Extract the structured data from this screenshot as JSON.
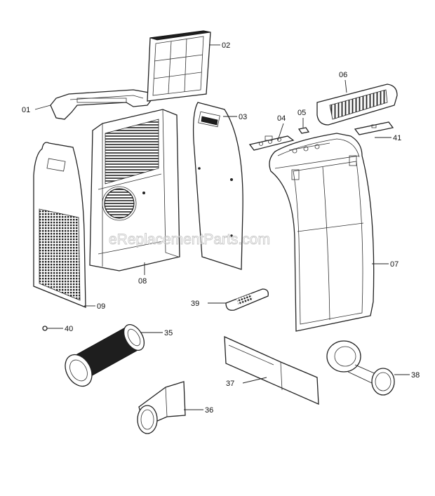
{
  "watermark": "eReplacementParts.com",
  "parts": [
    {
      "id": "01",
      "label": "01"
    },
    {
      "id": "02",
      "label": "02"
    },
    {
      "id": "03",
      "label": "03"
    },
    {
      "id": "04",
      "label": "04"
    },
    {
      "id": "05",
      "label": "05"
    },
    {
      "id": "06",
      "label": "06"
    },
    {
      "id": "07",
      "label": "07"
    },
    {
      "id": "08",
      "label": "08"
    },
    {
      "id": "09",
      "label": "09"
    },
    {
      "id": "35",
      "label": "35"
    },
    {
      "id": "36",
      "label": "36"
    },
    {
      "id": "37",
      "label": "37"
    },
    {
      "id": "38",
      "label": "38"
    },
    {
      "id": "39",
      "label": "39"
    },
    {
      "id": "40",
      "label": "40"
    },
    {
      "id": "41",
      "label": "41"
    }
  ]
}
